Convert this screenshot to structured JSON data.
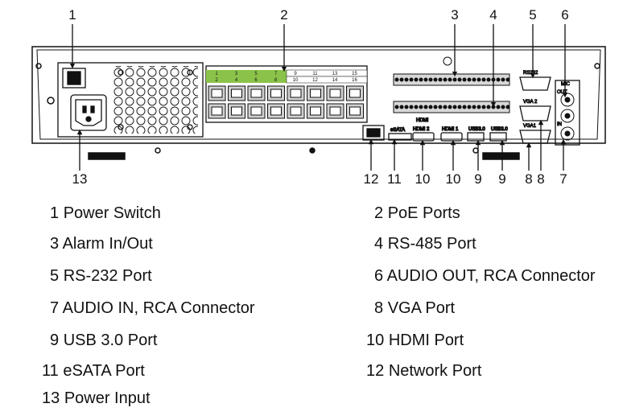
{
  "callouts": [
    "1",
    "2",
    "3",
    "4",
    "5",
    "6",
    "13",
    "12",
    "11",
    "10",
    "10",
    "9",
    "9",
    "8",
    "8",
    "7"
  ],
  "device_labels": {
    "esata": "eSATA",
    "hdmi_logo": "HDMI",
    "hdmi1": "HDMI 1",
    "hdmi2": "HDMI 2",
    "usb1": "USB3.0",
    "usb2": "USB3.0",
    "vga1": "VGA1",
    "vga2": "VGA 2",
    "rs232": "RS232",
    "mic": "MIC",
    "out": "OUT",
    "in": "IN",
    "poe_ports": [
      "1",
      "3",
      "5",
      "7",
      "9",
      "11",
      "13",
      "15",
      "2",
      "4",
      "6",
      "8",
      "10",
      "12",
      "14",
      "16"
    ]
  },
  "legend": [
    {
      "num": "1",
      "text": "Power Switch"
    },
    {
      "num": "2",
      "text": "PoE Ports"
    },
    {
      "num": "3",
      "text": "Alarm In/Out"
    },
    {
      "num": "4",
      "text": "RS-485 Port"
    },
    {
      "num": "5",
      "text": "RS-232 Port"
    },
    {
      "num": "6",
      "text": "AUDIO OUT, RCA Connector"
    },
    {
      "num": "7",
      "text": "AUDIO IN, RCA Connector"
    },
    {
      "num": "8",
      "text": "VGA Port"
    },
    {
      "num": "9",
      "text": "USB 3.0 Port"
    },
    {
      "num": "10",
      "text": "HDMI Port"
    },
    {
      "num": "11",
      "text": "eSATA Port"
    },
    {
      "num": "12",
      "text": "Network Port"
    },
    {
      "num": "13",
      "text": "Power Input"
    }
  ],
  "colors": {
    "poe_label_green": "#8bc34a",
    "outline": "#111111"
  }
}
